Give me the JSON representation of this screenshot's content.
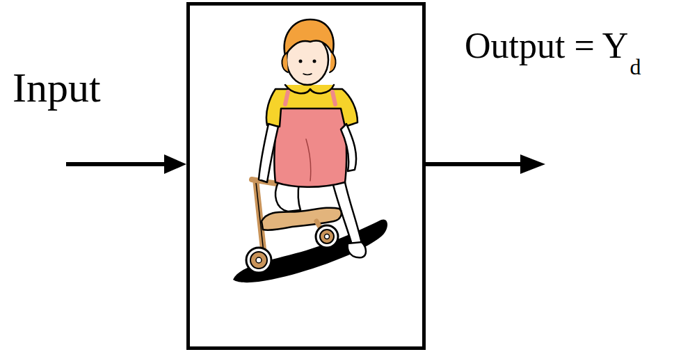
{
  "diagram": {
    "labels": [
      "Input",
      "Output = Y",
      "d"
    ]
  }
}
